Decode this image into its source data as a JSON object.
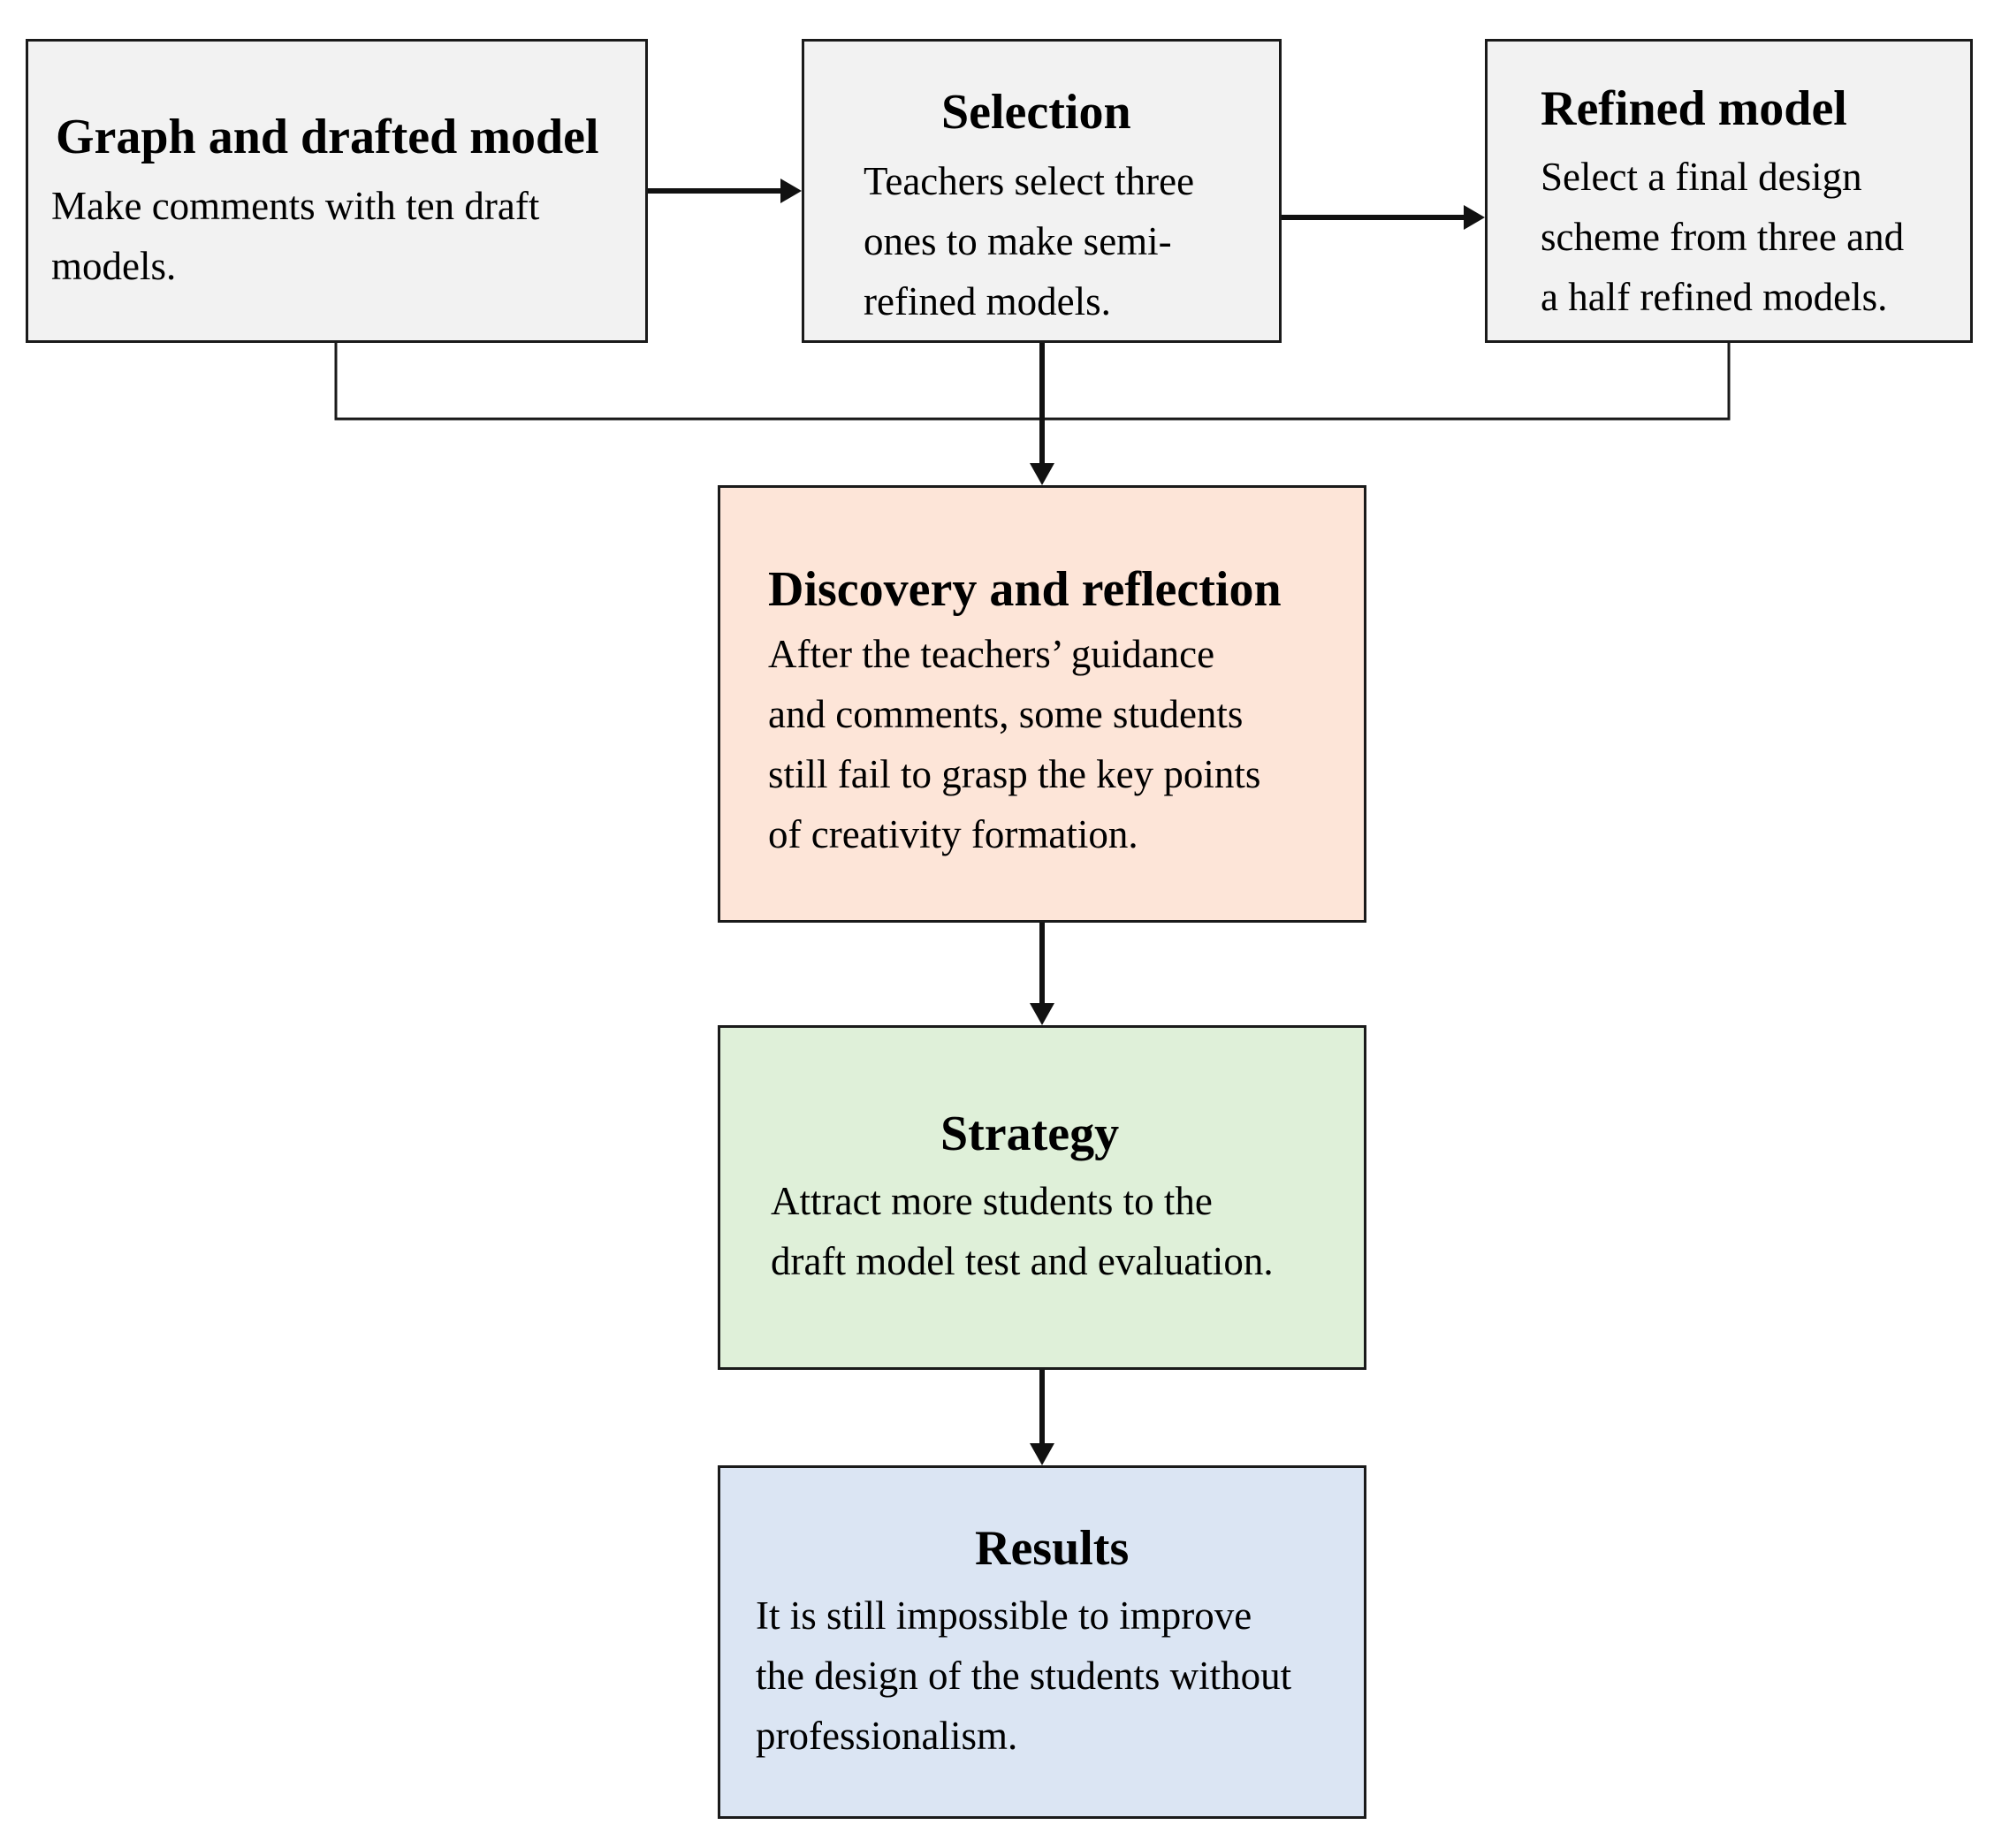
{
  "colors": {
    "draft_fill": "#f2f2f2",
    "selection_fill": "#f2f2f2",
    "refined_fill": "#f2f2f2",
    "discovery_fill": "#fde5d8",
    "strategy_fill": "#dff0d9",
    "results_fill": "#dbe5f3",
    "border": "#1a1a1a",
    "arrow": "#111111"
  },
  "nodes": {
    "draft": {
      "title": "Graph and drafted model",
      "lines": [
        "Make comments with ten draft",
        "models."
      ]
    },
    "selection": {
      "title": "Selection",
      "lines": [
        "Teachers select three",
        "ones to make semi-",
        "refined models."
      ]
    },
    "refined": {
      "title": "Refined model",
      "lines": [
        "Select a final design",
        "scheme from three and",
        "a half refined models."
      ]
    },
    "discovery": {
      "title": "Discovery and reflection",
      "lines": [
        "After the teachers’ guidance",
        "and comments, some students",
        "still fail to grasp the key points",
        "of creativity formation."
      ]
    },
    "strategy": {
      "title": "Strategy",
      "lines": [
        "Attract more students to the",
        "draft model test and evaluation."
      ]
    },
    "results": {
      "title": "Results",
      "lines": [
        "It is still impossible to improve",
        "the design of the students without",
        "professionalism."
      ]
    }
  },
  "edges": [
    {
      "from": "draft",
      "to": "selection"
    },
    {
      "from": "selection",
      "to": "refined"
    },
    {
      "from": "draft",
      "to": "discovery"
    },
    {
      "from": "selection",
      "to": "discovery"
    },
    {
      "from": "refined",
      "to": "discovery"
    },
    {
      "from": "discovery",
      "to": "strategy"
    },
    {
      "from": "strategy",
      "to": "results"
    }
  ]
}
